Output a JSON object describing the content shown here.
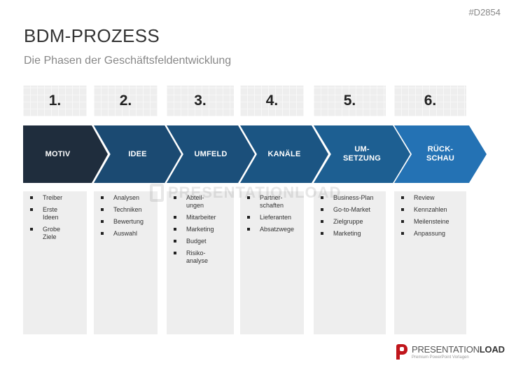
{
  "slide_id": "#D2854",
  "title": "BDM-PROZESS",
  "subtitle": "Die Phasen der Geschäftsfeldentwicklung",
  "colors": {
    "phase1": "#1f2d3d",
    "phase2": "#1b4a72",
    "phase3": "#1b4f7a",
    "phase4": "#1b5583",
    "phase5": "#1d5f92",
    "phase6": "#2472b4",
    "panel": "#eeeeee",
    "logo_red": "#c0151b"
  },
  "phases": [
    {
      "number": "1.",
      "label": "MOTIV",
      "items": [
        "Treiber",
        "Erste\nIdeen",
        "Grobe\nZiele"
      ]
    },
    {
      "number": "2.",
      "label": "IDEE",
      "items": [
        "Analysen",
        "Techniken",
        "Bewertung",
        "Auswahl"
      ]
    },
    {
      "number": "3.",
      "label": "UMFELD",
      "items": [
        "Abteil-\nungen",
        "Mitarbeiter",
        "Marketing",
        "Budget",
        "Risiko-\nanalyse"
      ]
    },
    {
      "number": "4.",
      "label": "KANÄLE",
      "items": [
        "Partner-\nschaften",
        "Lieferanten",
        "Absatzwege"
      ]
    },
    {
      "number": "5.",
      "label": "UM-\nSETZUNG",
      "items": [
        "Business-Plan",
        "Go-to-Market",
        "Zielgruppe",
        "Marketing"
      ]
    },
    {
      "number": "6.",
      "label": "RÜCK-\nSCHAU",
      "items": [
        "Review",
        "Kennzahlen",
        "Meilensteine",
        "Anpassung"
      ]
    }
  ],
  "watermark": "PRESENTATIONLOAD",
  "logo": {
    "brand_light": "PRESENTATION",
    "brand_bold": "LOAD",
    "tagline": "Premium PowerPoint Vorlagen"
  }
}
